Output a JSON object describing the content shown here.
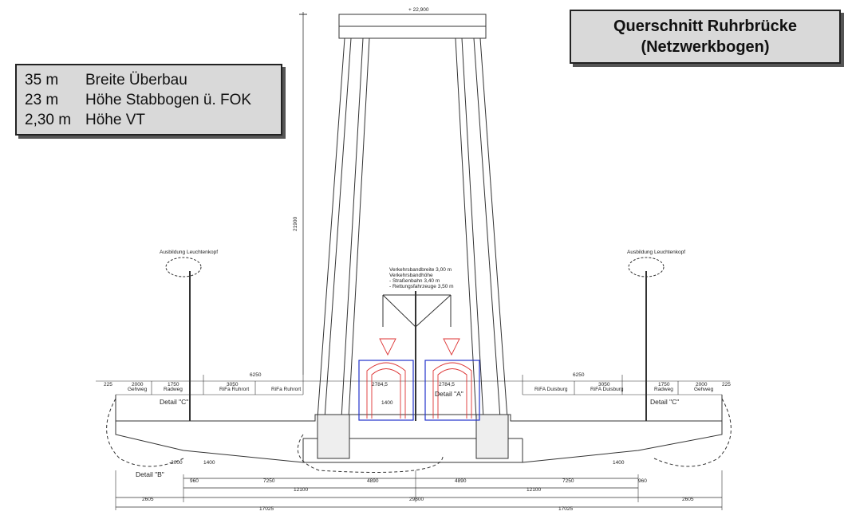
{
  "title": {
    "line1": "Querschnitt Ruhrbrücke",
    "line2": "(Netzwerkbogen)"
  },
  "specs": [
    {
      "value": "35 m",
      "label": "Breite Überbau"
    },
    {
      "value": "23 m",
      "label": "Höhe Stabbogen ü. FOK"
    },
    {
      "value": "2,30 m",
      "label": "Höhe VT"
    }
  ],
  "drawing": {
    "lamp_left": "Ausbildung Leuchtenkopf",
    "lamp_right": "Ausbildung Leuchtenkopf",
    "traffic_note_1": "Verkehrsbandbreite 3,00 m",
    "traffic_note_2": "Verkehrsbandhöhe",
    "traffic_note_3": "- Straßenbahn 3,40 m",
    "traffic_note_4": "- Rettungsfahrzeuge 3,50 m",
    "detail_a": "Detail \"A\"",
    "detail_b": "Detail \"B\"",
    "detail_c_left": "Detail \"C\"",
    "detail_c_right": "Detail \"C\"",
    "lane_left_1": "Gehweg",
    "lane_left_2": "Radweg",
    "lane_left_3": "RiFa Ruhrort",
    "lane_left_4": "RiFa Ruhrort",
    "lane_right_1": "RiFA Duisburg",
    "lane_right_2": "RiFA Duisburg",
    "lane_right_3": "Radweg",
    "lane_right_4": "Gehweg",
    "dim_top": "+ 22,900",
    "dim_1750_l": "1750",
    "dim_1750_r": "1750",
    "dim_2000_l": "2000",
    "dim_2000_r": "2000",
    "dim_6250_l": "6250",
    "dim_6250_r": "6250",
    "dim_3050_l": "3050",
    "dim_3050_r": "3050",
    "dim_2784_l": "2784,5",
    "dim_2784_r": "2784,5",
    "dim_225_l": "225",
    "dim_225_r": "225",
    "dim_1400_l": "1400",
    "dim_1400_r": "1400",
    "dim_960_l": "960",
    "dim_960_r": "960",
    "dim_7250_l": "7250",
    "dim_7250_r": "7250",
    "dim_4890_l": "4890",
    "dim_4890_r": "4890",
    "dim_12100_l": "12100",
    "dim_12100_r": "12100",
    "dim_2605_l": "2605",
    "dim_2605_r": "2605",
    "dim_29800": "29800",
    "dim_17025_l": "17025",
    "dim_17025_r": "17025",
    "dim_2000_bot": "-2000",
    "dim_1400_mid": "1400",
    "dim_vertical": "21900"
  }
}
